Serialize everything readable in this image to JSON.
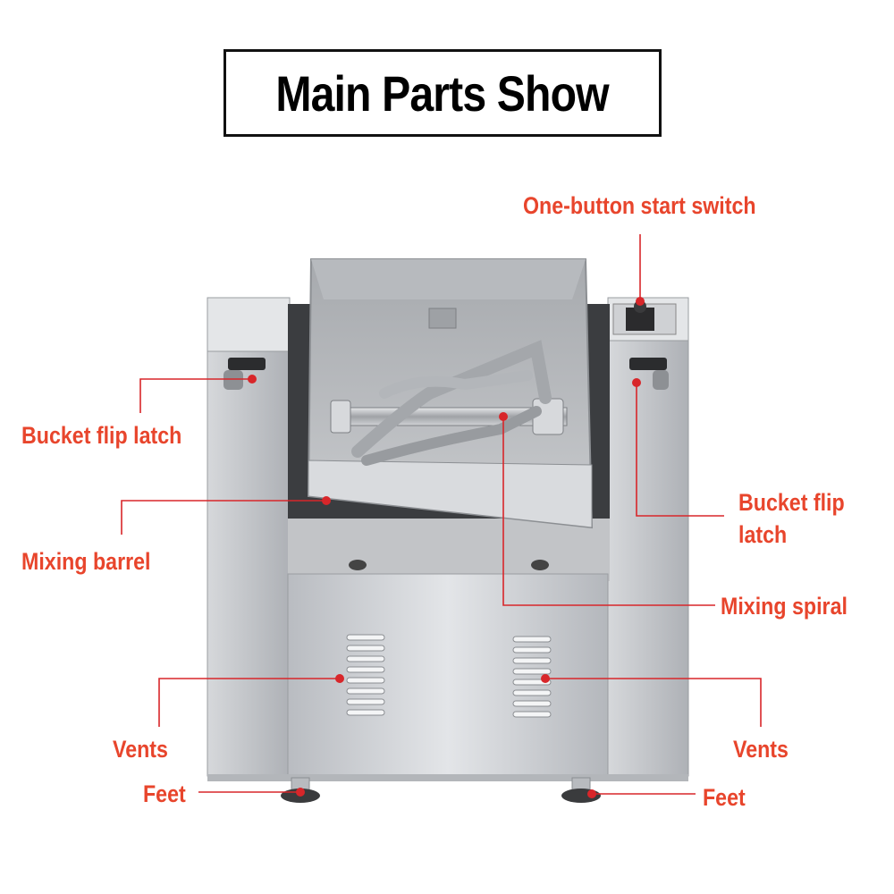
{
  "title": "Main Parts Show",
  "colors": {
    "label": "#e8452c",
    "leader": "#d8262a",
    "steel": "#c9ccd0"
  },
  "labels": {
    "switch": "One-button start switch",
    "latch_left": "Bucket flip latch",
    "latch_right_line1": "Bucket flip",
    "latch_right_line2": "latch",
    "barrel": "Mixing barrel",
    "spiral": "Mixing spiral",
    "vents_left": "Vents",
    "vents_right": "Vents",
    "feet_left": "Feet",
    "feet_right": "Feet"
  }
}
